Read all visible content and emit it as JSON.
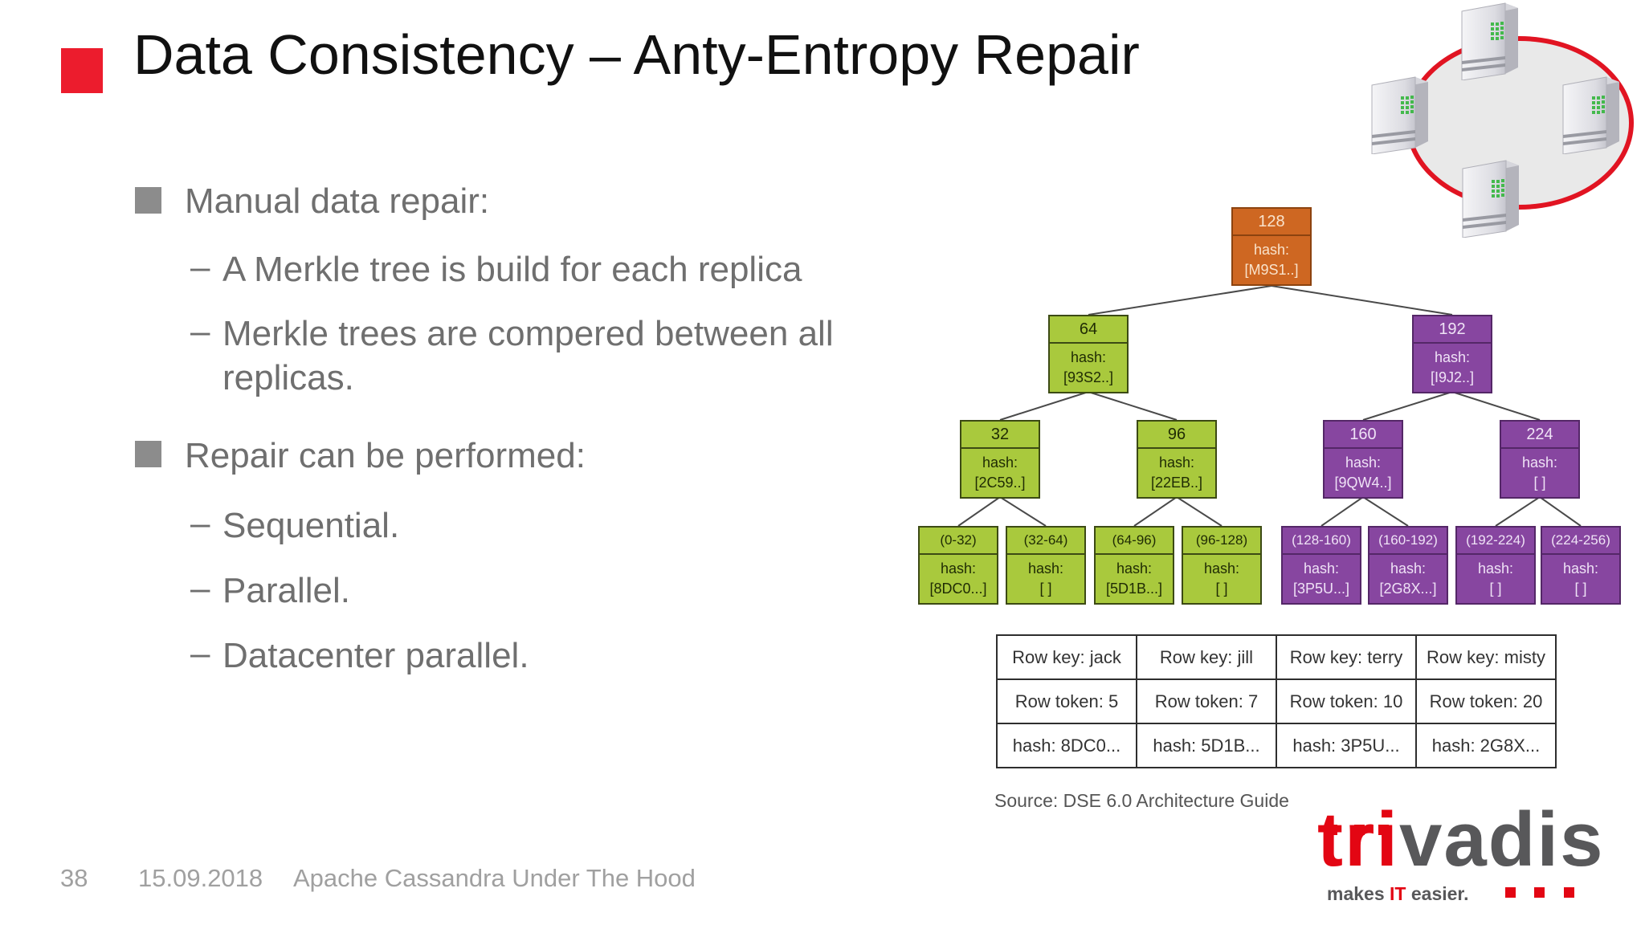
{
  "slide": {
    "title": "Data Consistency – Anty-Entropy Repair",
    "source_caption": "Source: DSE 6.0 Architecture Guide",
    "footer": {
      "page_number": "38",
      "date": "15.09.2018",
      "presentation_title": "Apache Cassandra Under The Hood"
    }
  },
  "bullets": {
    "dash": "–",
    "items": [
      {
        "label": "Manual data repair:",
        "sub": [
          "A Merkle tree is build for each replica",
          "Merkle trees are compered between all replicas."
        ]
      },
      {
        "label": "Repair can be performed:",
        "sub": [
          "Sequential.",
          "Parallel.",
          "Datacenter parallel."
        ]
      }
    ]
  },
  "merkle_tree": {
    "hash_label": "hash:",
    "nodes": [
      {
        "label": "128",
        "hash": "[M9S1..]",
        "color": "orange"
      },
      {
        "label": "64",
        "hash": "[93S2..]",
        "color": "green"
      },
      {
        "label": "192",
        "hash": "[I9J2..]",
        "color": "purple"
      },
      {
        "label": "32",
        "hash": "[2C59..]",
        "color": "green"
      },
      {
        "label": "96",
        "hash": "[22EB..]",
        "color": "green"
      },
      {
        "label": "160",
        "hash": "[9QW4..]",
        "color": "purple"
      },
      {
        "label": "224",
        "hash": "[ ]",
        "color": "purple"
      },
      {
        "label": "(0-32)",
        "hash": "[8DC0...]",
        "color": "green"
      },
      {
        "label": "(32-64)",
        "hash": "[ ]",
        "color": "green"
      },
      {
        "label": "(64-96)",
        "hash": "[5D1B...]",
        "color": "green"
      },
      {
        "label": "(96-128)",
        "hash": "[ ]",
        "color": "green"
      },
      {
        "label": "(128-160)",
        "hash": "[3P5U...]",
        "color": "purple"
      },
      {
        "label": "(160-192)",
        "hash": "[2G8X...]",
        "color": "purple"
      },
      {
        "label": "(192-224)",
        "hash": "[ ]",
        "color": "purple"
      },
      {
        "label": "(224-256)",
        "hash": "[ ]",
        "color": "purple"
      }
    ]
  },
  "replica_table": {
    "rows": [
      [
        "Row key: jack",
        "Row key: jill",
        "Row key: terry",
        "Row key: misty"
      ],
      [
        "Row token: 5",
        "Row token: 7",
        "Row token: 10",
        "Row token: 20"
      ],
      [
        "hash: 8DC0...",
        "hash: 5D1B...",
        "hash: 3P5U...",
        "hash: 2G8X..."
      ]
    ]
  },
  "logo": {
    "brand_red": "tri",
    "brand_gray": "vadis",
    "tagline_pre": "makes ",
    "tagline_accent": "IT",
    "tagline_post": " easier."
  },
  "colors": {
    "accent_red": "#EC1C2D",
    "node_green": "#A9C93D",
    "node_purple": "#8746A0",
    "node_orange": "#CE6722",
    "ring_red": "#E11422",
    "logo_red": "#E30613",
    "logo_gray": "#58585A"
  }
}
